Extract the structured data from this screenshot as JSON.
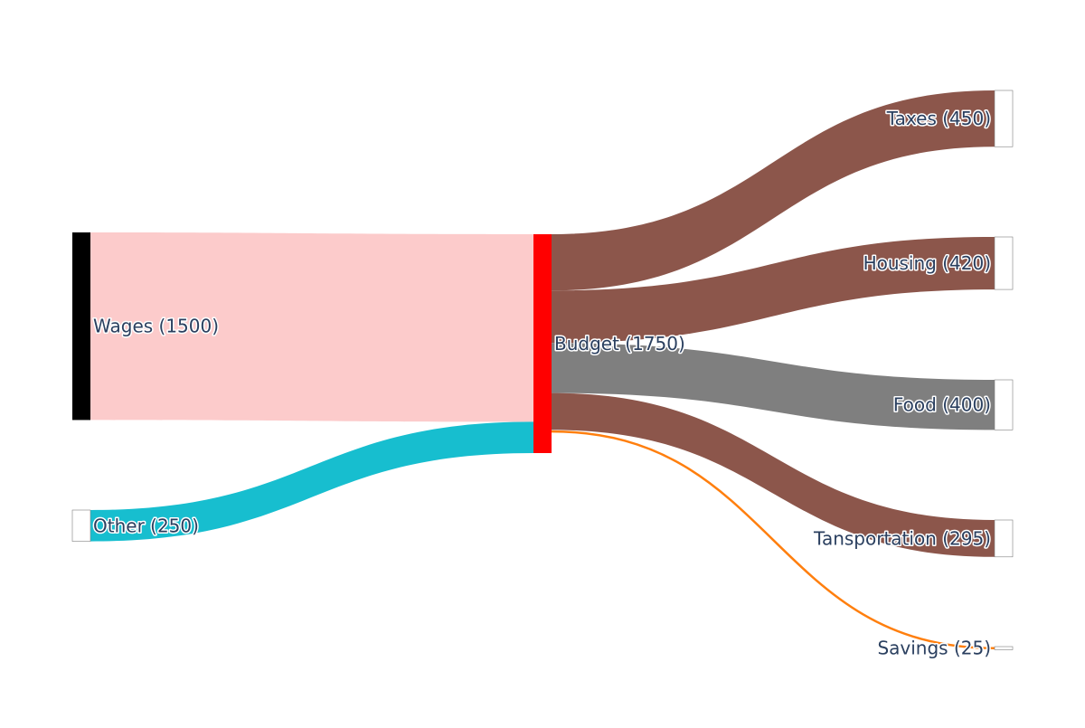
{
  "chart_data": {
    "type": "sankey",
    "nodes": [
      {
        "id": "wages",
        "label": "Wages (1500)",
        "value": 1500,
        "color": "#000000"
      },
      {
        "id": "other",
        "label": "Other (250)",
        "value": 250,
        "color": "#ffffff"
      },
      {
        "id": "budget",
        "label": "Budget (1750)",
        "value": 1750,
        "color": "#ff0000"
      },
      {
        "id": "taxes",
        "label": "Taxes (450)",
        "value": 450,
        "color": "#ffffff"
      },
      {
        "id": "housing",
        "label": "Housing (420)",
        "value": 420,
        "color": "#ffffff"
      },
      {
        "id": "food",
        "label": "Food (400)",
        "value": 400,
        "color": "#ffffff"
      },
      {
        "id": "transportation",
        "label": "Tansportation (295)",
        "value": 295,
        "color": "#ffffff"
      },
      {
        "id": "savings",
        "label": "Savings (25)",
        "value": 25,
        "color": "#ffffff"
      }
    ],
    "links": [
      {
        "source": "wages",
        "target": "budget",
        "value": 1500,
        "color": "#fccbcb"
      },
      {
        "source": "other",
        "target": "budget",
        "value": 250,
        "color": "#17becf"
      },
      {
        "source": "budget",
        "target": "taxes",
        "value": 450,
        "color": "#8c564b"
      },
      {
        "source": "budget",
        "target": "housing",
        "value": 420,
        "color": "#8c564b"
      },
      {
        "source": "budget",
        "target": "food",
        "value": 400,
        "color": "#7f7f7f"
      },
      {
        "source": "budget",
        "target": "transportation",
        "value": 295,
        "color": "#8c564b"
      },
      {
        "source": "budget",
        "target": "savings",
        "value": 25,
        "color": "#ff7f0e"
      }
    ]
  }
}
